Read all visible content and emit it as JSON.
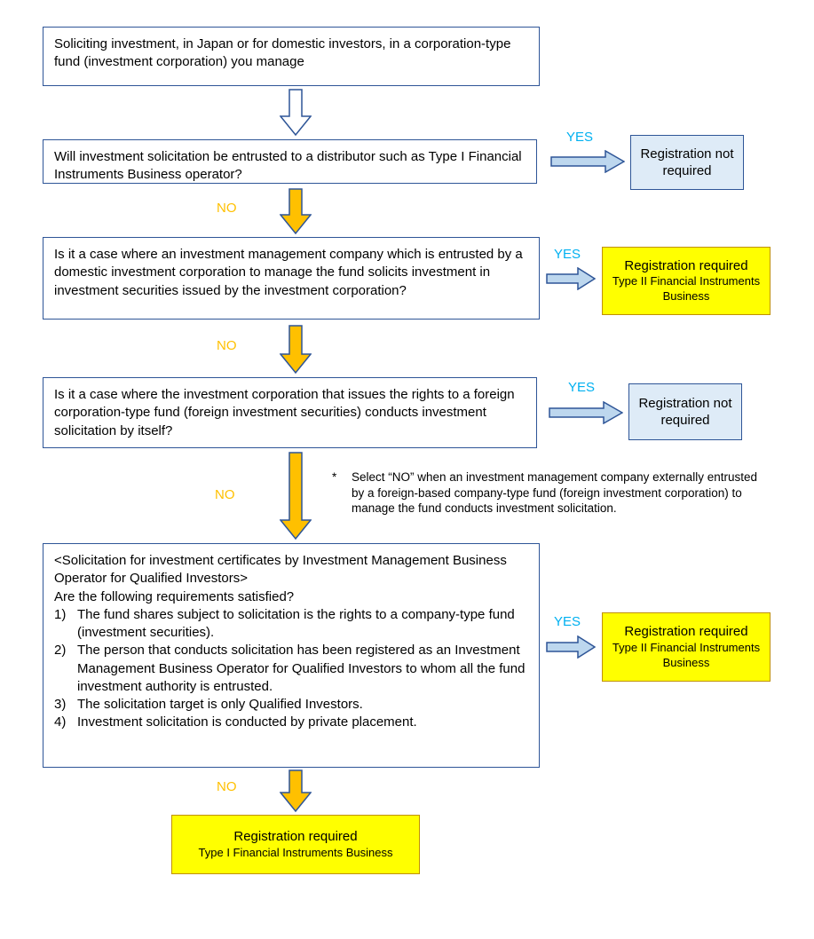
{
  "labels": {
    "yes": "YES",
    "no": "NO"
  },
  "nodes": {
    "start": "Soliciting investment, in Japan or for domestic investors, in a corporation-type fund (investment corporation) you manage",
    "q1": "Will investment solicitation be entrusted to a distributor such as Type I Financial Instruments Business operator?",
    "q2": "Is it a case where an investment management company which is entrusted by a domestic investment corporation to manage the fund solicits investment in investment securities issued by the investment corporation?",
    "q3": "Is it a case where the investment corporation that issues the rights to a foreign corporation-type fund (foreign investment securities) conducts investment solicitation by itself?",
    "q4": {
      "heading": "<Solicitation for investment certificates by Investment Management Business Operator for Qualified Investors>",
      "intro": "Are the following requirements satisfied?",
      "items": [
        {
          "num": "1)",
          "text": "The fund shares subject to solicitation is the rights to a company-type fund (investment securities)."
        },
        {
          "num": "2)",
          "text": "The person that conducts solicitation has been registered as an Investment Management Business Operator for Qualified Investors to whom all the fund investment authority is entrusted."
        },
        {
          "num": "3)",
          "text": "The solicitation target is only Qualified Investors."
        },
        {
          "num": "4)",
          "text": "Investment solicitation is conducted by private placement."
        }
      ]
    }
  },
  "outcomes": {
    "q1_yes": "Registration not required",
    "q2_yes_title": "Registration required",
    "q2_yes_sub": "Type II Financial Instruments Business",
    "q3_yes": "Registration not required",
    "q4_yes_title": "Registration required",
    "q4_yes_sub": "Type II Financial Instruments Business",
    "final_title": "Registration required",
    "final_sub": "Type I Financial Instruments Business"
  },
  "note": {
    "marker": "*",
    "text": "Select “NO” when an investment management company externally entrusted by a foreign-based company-type fund (foreign investment corporation) to manage the fund conducts investment solicitation."
  },
  "colors": {
    "box_border": "#2E5597",
    "yes_label": "#00B0F0",
    "no_label": "#FFC000",
    "outcome_yellow_fill": "#FFFF00",
    "outcome_yellow_border": "#BF9000",
    "outcome_blue_fill": "#DEEBF7",
    "outcome_blue_border": "#2E5597",
    "arrow_down_fill": "#FFC000",
    "arrow_right_fill": "#BDD7EE",
    "arrow_outline": "#2E5597"
  }
}
